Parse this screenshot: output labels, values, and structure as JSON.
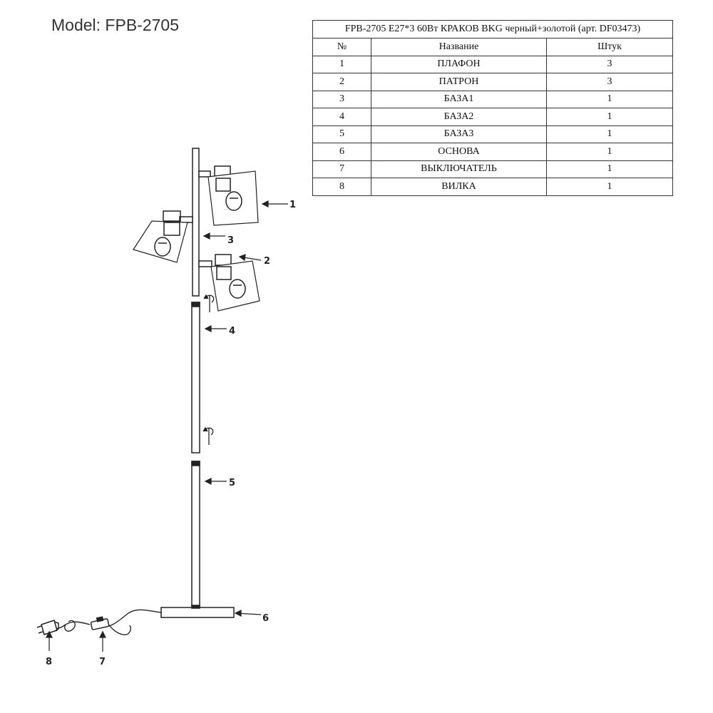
{
  "model_title": "Model: FPB-2705",
  "table": {
    "caption": "FPB-2705 E27*3 60Вт КРАКОВ BKG черный+золотой (арт. DF03473)",
    "headers": [
      "№",
      "Название",
      "Штук"
    ],
    "rows": [
      [
        "1",
        "ПЛАФОН",
        "3"
      ],
      [
        "2",
        "ПАТРОН",
        "3"
      ],
      [
        "3",
        "БАЗА1",
        "1"
      ],
      [
        "4",
        "БАЗА2",
        "1"
      ],
      [
        "5",
        "БАЗА3",
        "1"
      ],
      [
        "6",
        "ОСНОВА",
        "1"
      ],
      [
        "7",
        "ВЫКЛЮЧАТЕЛЬ",
        "1"
      ],
      [
        "8",
        "ВИЛКА",
        "1"
      ]
    ]
  },
  "callouts": {
    "c1": "1",
    "c2": "2",
    "c3": "3",
    "c4": "4",
    "c5": "5",
    "c6": "6",
    "c7": "7",
    "c8": "8"
  }
}
